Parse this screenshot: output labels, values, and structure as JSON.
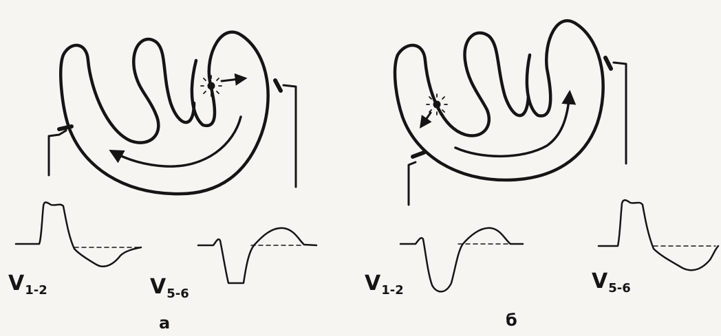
{
  "panels": [
    {
      "label": "а",
      "leads": [
        {
          "main": "V",
          "sub": "1-2"
        },
        {
          "main": "V",
          "sub": "5-6"
        }
      ]
    },
    {
      "label": "б",
      "leads": [
        {
          "main": "V",
          "sub": "1-2"
        },
        {
          "main": "V",
          "sub": "5-6"
        }
      ]
    }
  ],
  "colors": {
    "ink": "#151515",
    "paper": "#f6f5f1"
  },
  "icons": [
    "ectopic-focus-icon",
    "electrode-icon",
    "propagation-arrow-icon"
  ]
}
